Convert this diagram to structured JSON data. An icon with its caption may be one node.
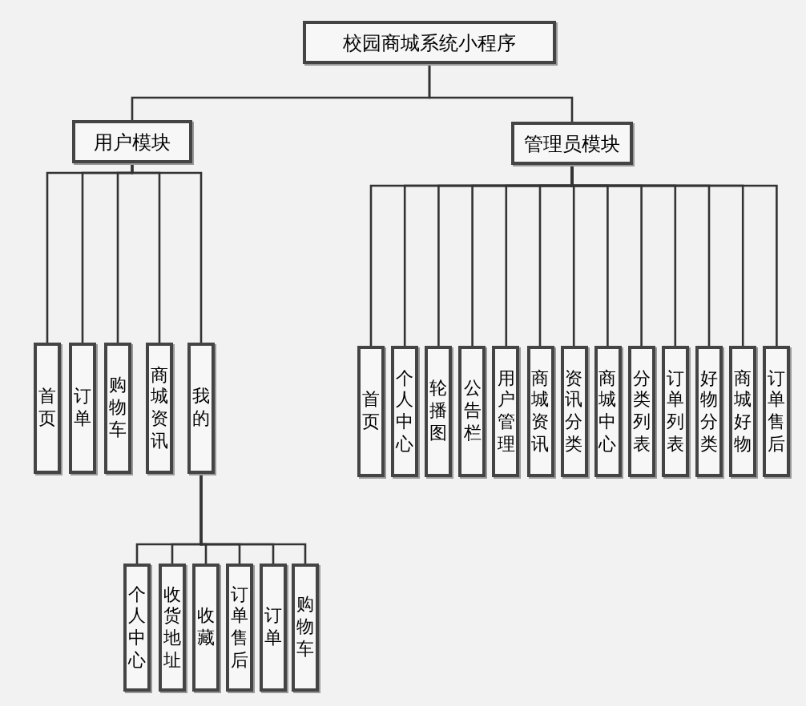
{
  "diagram": {
    "nodes": [
      {
        "text": [
          "校园商城系统小程序"
        ]
      },
      {
        "text": [
          "用户模块"
        ]
      },
      {
        "text": [
          "首页"
        ]
      },
      {
        "text": [
          "订单"
        ]
      },
      {
        "text": [
          "购物车"
        ]
      },
      {
        "text": [
          "商城资讯"
        ]
      },
      {
        "text": [
          "我的"
        ]
      },
      {
        "text": [
          "个人中心"
        ]
      },
      {
        "text": [
          "收货地址"
        ]
      },
      {
        "text": [
          "收藏"
        ]
      },
      {
        "text": [
          "订单售后"
        ]
      },
      {
        "text": [
          "订单"
        ]
      },
      {
        "text": [
          "购物车"
        ]
      },
      {
        "text": [
          "管理员模块"
        ]
      },
      {
        "text": [
          "首页"
        ]
      },
      {
        "text": [
          "个人中心"
        ]
      },
      {
        "text": [
          "轮播图"
        ]
      },
      {
        "text": [
          "公告栏"
        ]
      },
      {
        "text": [
          "用户管理"
        ]
      },
      {
        "text": [
          "商城资讯"
        ]
      },
      {
        "text": [
          "资讯分类"
        ]
      },
      {
        "text": [
          "商城中心"
        ]
      },
      {
        "text": [
          "分类列表"
        ]
      },
      {
        "text": [
          "订单列表"
        ]
      },
      {
        "text": [
          "好物分类"
        ]
      },
      {
        "text": [
          "商城好物"
        ]
      },
      {
        "text": [
          "订单售后"
        ]
      }
    ],
    "edges": [
      {
        "from": 0,
        "to": 1,
        "arrow": "none"
      },
      {
        "from": 0,
        "to": 13,
        "arrow": "none"
      },
      {
        "from": 1,
        "to": 2,
        "arrow": "none"
      },
      {
        "from": 1,
        "to": 3,
        "arrow": "none"
      },
      {
        "from": 1,
        "to": 4,
        "arrow": "none"
      },
      {
        "from": 1,
        "to": 5,
        "arrow": "none"
      },
      {
        "from": 1,
        "to": 6,
        "arrow": "none"
      },
      {
        "from": 6,
        "to": 7,
        "arrow": "none"
      },
      {
        "from": 6,
        "to": 8,
        "arrow": "none"
      },
      {
        "from": 6,
        "to": 9,
        "arrow": "none"
      },
      {
        "from": 6,
        "to": 10,
        "arrow": "none"
      },
      {
        "from": 6,
        "to": 11,
        "arrow": "none"
      },
      {
        "from": 6,
        "to": 12,
        "arrow": "none"
      },
      {
        "from": 13,
        "to": 14,
        "arrow": "none"
      },
      {
        "from": 13,
        "to": 15,
        "arrow": "none"
      },
      {
        "from": 13,
        "to": 16,
        "arrow": "none"
      },
      {
        "from": 13,
        "to": 17,
        "arrow": "none"
      },
      {
        "from": 13,
        "to": 18,
        "arrow": "none"
      },
      {
        "from": 13,
        "to": 19,
        "arrow": "none"
      },
      {
        "from": 13,
        "to": 20,
        "arrow": "none"
      },
      {
        "from": 13,
        "to": 21,
        "arrow": "none"
      },
      {
        "from": 13,
        "to": 22,
        "arrow": "none"
      },
      {
        "from": 13,
        "to": 23,
        "arrow": "none"
      },
      {
        "from": 13,
        "to": 24,
        "arrow": "none"
      },
      {
        "from": 13,
        "to": 25,
        "arrow": "none"
      },
      {
        "from": 13,
        "to": 26,
        "arrow": "none"
      }
    ]
  }
}
